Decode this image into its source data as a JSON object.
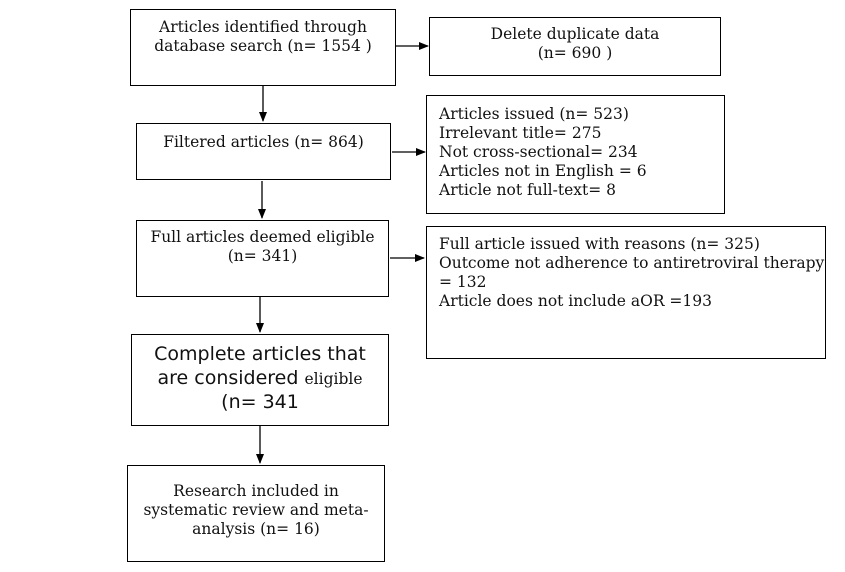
{
  "flow": {
    "identified": {
      "line1": "Articles identified through",
      "line2": "database search (n= 1554 )"
    },
    "duplicates": {
      "line1": "Delete duplicate data",
      "line2": "(n= 690 )"
    },
    "filtered": {
      "line1": "Filtered articles (n= 864)"
    },
    "excluded_screening": {
      "line1": "Articles issued (n= 523)",
      "line2": "Irrelevant title= 275",
      "line3": "Not cross-sectional= 234",
      "line4": "Articles not in English = 6",
      "line5": "Article not full-text= 8"
    },
    "full_eligible": {
      "line1": "Full articles deemed eligible",
      "line2": "(n= 341)"
    },
    "excluded_full": {
      "line1": "Full article issued with reasons (n= 325)",
      "line2": "Outcome not adherence to antiretroviral therapy",
      "line3": "= 132",
      "line4": "Article does not include aOR =193"
    },
    "complete_eligible": {
      "line1": "Complete articles that",
      "line2a": "are considered ",
      "line2b": "eligible",
      "line3": "(n= 341"
    },
    "included": {
      "line1": "Research included in",
      "line2": "systematic review and meta-",
      "line3": "analysis (n= 16)"
    }
  }
}
